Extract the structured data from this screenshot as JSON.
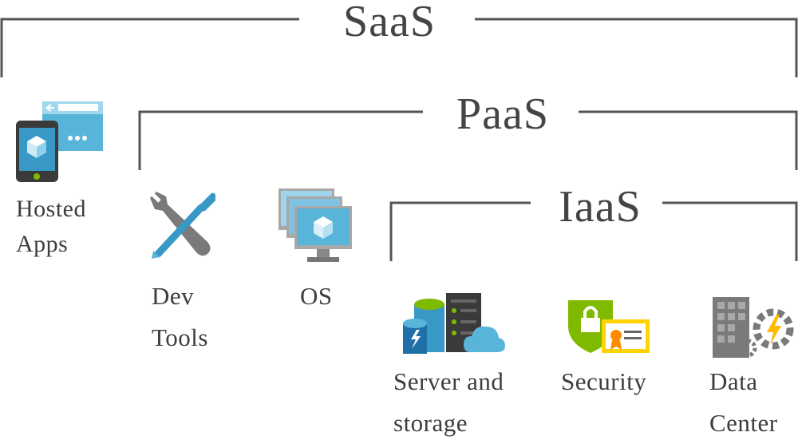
{
  "tiers": {
    "saas": {
      "title": "SaaS"
    },
    "paas": {
      "title": "PaaS"
    },
    "iaas": {
      "title": "IaaS"
    }
  },
  "items": {
    "hosted_apps": {
      "label": "Hosted\nApps",
      "icon": "hosted-apps-icon"
    },
    "dev_tools": {
      "label": "Dev\nTools",
      "icon": "wrench-screwdriver-icon"
    },
    "os": {
      "label": "OS",
      "icon": "virtual-machines-icon"
    },
    "server_storage": {
      "label": "Server and\nstorage",
      "icon": "server-storage-icon"
    },
    "security": {
      "label": "Security",
      "icon": "security-certificate-icon"
    },
    "data_center": {
      "label": "Data\nCenter",
      "icon": "data-center-icon"
    }
  },
  "colors": {
    "bracket": "#555555",
    "azure_blue": "#3999c6",
    "light_blue": "#59b4d9",
    "green": "#7fba00",
    "orange": "#ff8c00",
    "gray": "#7a7a7a",
    "dark": "#3a3a3a"
  }
}
